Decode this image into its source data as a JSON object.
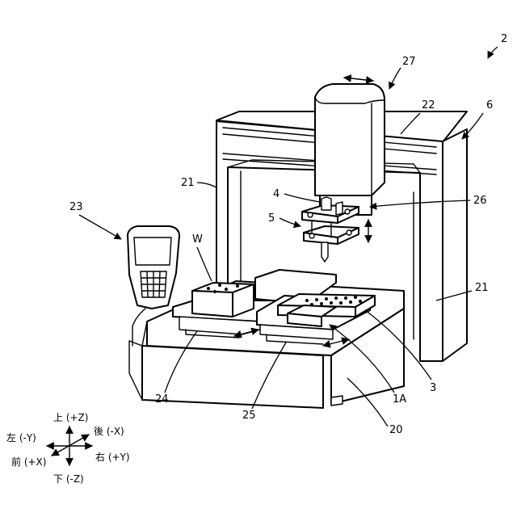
{
  "figure": {
    "labels": {
      "ref_2": "2",
      "ref_27": "27",
      "ref_22": "22",
      "ref_6": "6",
      "ref_21_left": "21",
      "ref_4": "4",
      "ref_26": "26",
      "ref_5": "5",
      "ref_23": "23",
      "ref_w": "W",
      "ref_21_right": "21",
      "ref_3": "3",
      "ref_24": "24",
      "ref_1a": "1A",
      "ref_25": "25",
      "ref_20": "20"
    },
    "axes": {
      "up": "上 (+Z)",
      "down": "下 (-Z)",
      "left": "左 (-Y)",
      "right": "右 (+Y)",
      "front": "前 (+X)",
      "back": "後 (-X)"
    }
  }
}
